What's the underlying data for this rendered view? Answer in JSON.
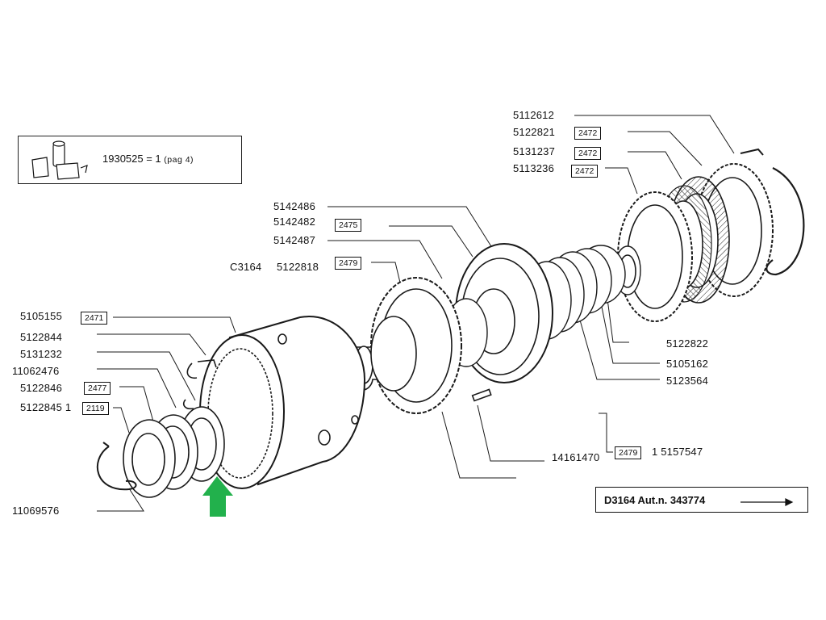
{
  "kit": {
    "icon": "bearing-kit-icon",
    "text": "1930525 = 1",
    "page": "(pag 4)"
  },
  "drawing_id": {
    "text": "D3164 Aut.n. 343774"
  },
  "colors": {
    "line": "#1a1a1a",
    "arrow": "#22b14c"
  },
  "labels": {
    "p5112612": "5112612",
    "p5122821": "5122821",
    "r2472a": "2472",
    "p5131237": "5131237",
    "r2472b": "2472",
    "p5113236": "5113236",
    "r2472c": "2472",
    "p5142486": "5142486",
    "p5142482": "5142482",
    "r2475": "2475",
    "p5142487": "5142487",
    "c3164": "C3164",
    "p5122818": "5122818",
    "r2479a": "2479",
    "p5105155": "5105155",
    "r2471": "2471",
    "p5122844": "5122844",
    "p5131232": "5131232",
    "p11062476": "11062476",
    "p5122846": "5122846",
    "r2477": "2477",
    "p5122845": "5122845 1",
    "r2119": "2119",
    "p11069576": "11069576",
    "p5122822": "5122822",
    "p5105162": "5105162",
    "p5123564": "5123564",
    "p14161470": "14161470",
    "r2479b": "2479",
    "p5157547": "1  5157547"
  }
}
